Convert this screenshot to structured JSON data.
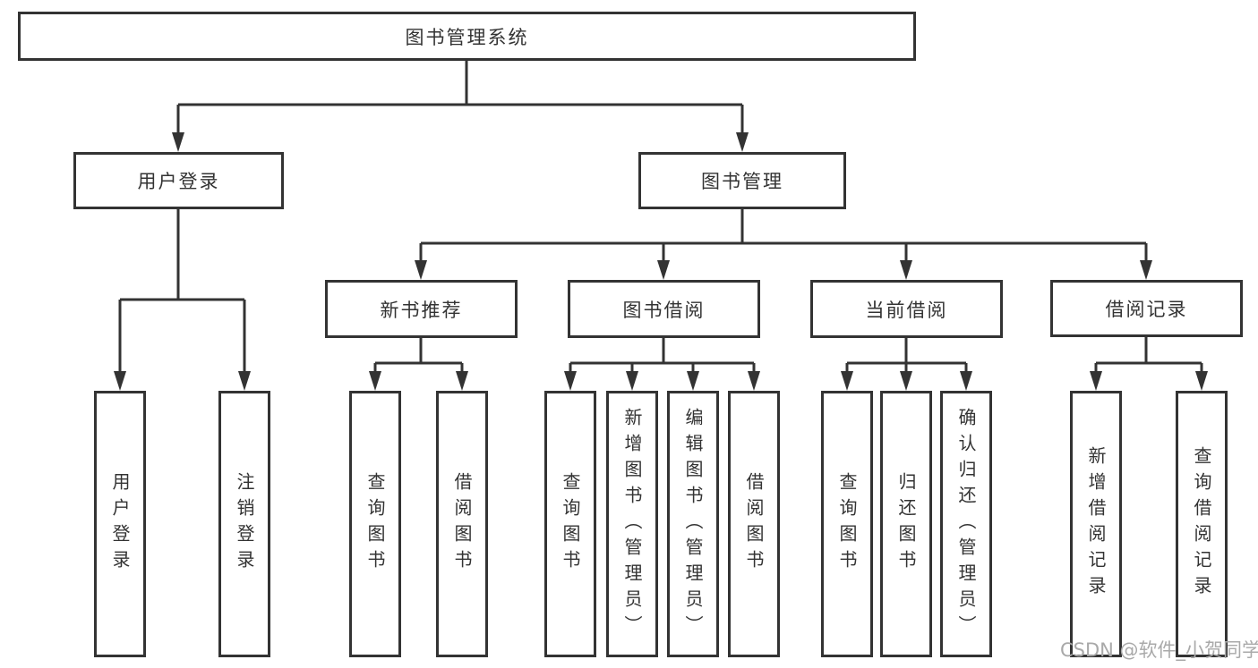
{
  "colors": {
    "line": "#333333",
    "text": "#333333",
    "background": "#ffffff",
    "watermark": "#a9a9a9"
  },
  "watermark": {
    "text": "CSDN @软件_小贺同学"
  },
  "tree": {
    "root": {
      "label": "图书管理系统"
    },
    "level2": [
      {
        "label": "用户登录"
      },
      {
        "label": "图书管理"
      }
    ],
    "level3": [
      {
        "label": "新书推荐"
      },
      {
        "label": "图书借阅"
      },
      {
        "label": "当前借阅"
      },
      {
        "label": "借阅记录"
      }
    ],
    "leaves": {
      "login": [
        "用户登录",
        "注销登录"
      ],
      "recommend": [
        "查询图书",
        "借阅图书"
      ],
      "borrow": [
        "查询图书",
        "新增图书（管理员）",
        "编辑图书（管理员）",
        "借阅图书"
      ],
      "current": [
        "查询图书",
        "归还图书",
        "确认归还（管理员）"
      ],
      "records": [
        "新增借阅记录",
        "查询借阅记录"
      ]
    }
  }
}
